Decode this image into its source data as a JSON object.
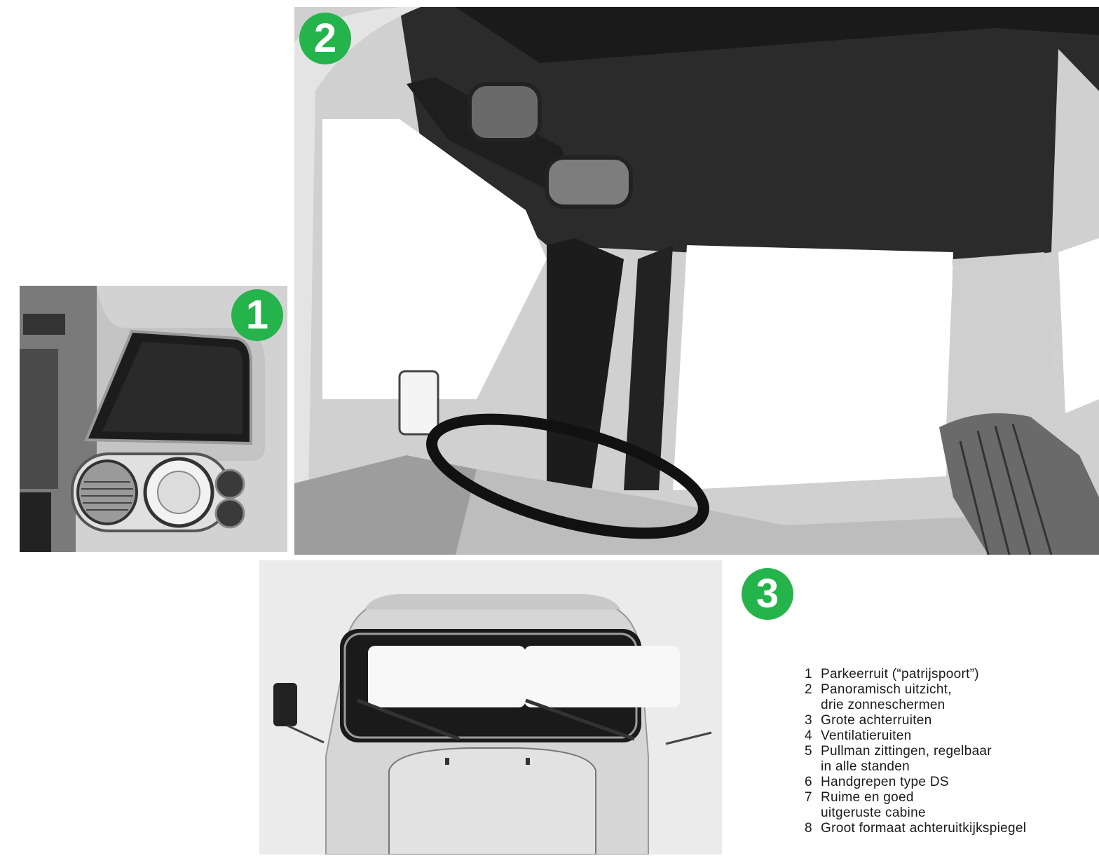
{
  "badges": {
    "photo1": "1",
    "photo2": "2",
    "photo3": "3"
  },
  "legend": [
    {
      "num": "1",
      "text": "Parkeerruit (“patrijspoort”)",
      "cont": ""
    },
    {
      "num": "2",
      "text": "Panoramisch uitzicht,",
      "cont": "drie zonneschermen"
    },
    {
      "num": "3",
      "text": "Grote achterruiten",
      "cont": ""
    },
    {
      "num": "4",
      "text": "Ventilatieruiten",
      "cont": ""
    },
    {
      "num": "5",
      "text": "Pullman zittingen, regelbaar",
      "cont": "in alle standen"
    },
    {
      "num": "6",
      "text": "Handgrepen type DS",
      "cont": ""
    },
    {
      "num": "7",
      "text": "Ruime en goed",
      "cont": "uitgeruste cabine"
    },
    {
      "num": "8",
      "text": "Groot formaat achteruitkijkspiegel",
      "cont": ""
    }
  ],
  "colors": {
    "badge_green": "#25b34b",
    "text": "#1a1a1a"
  }
}
